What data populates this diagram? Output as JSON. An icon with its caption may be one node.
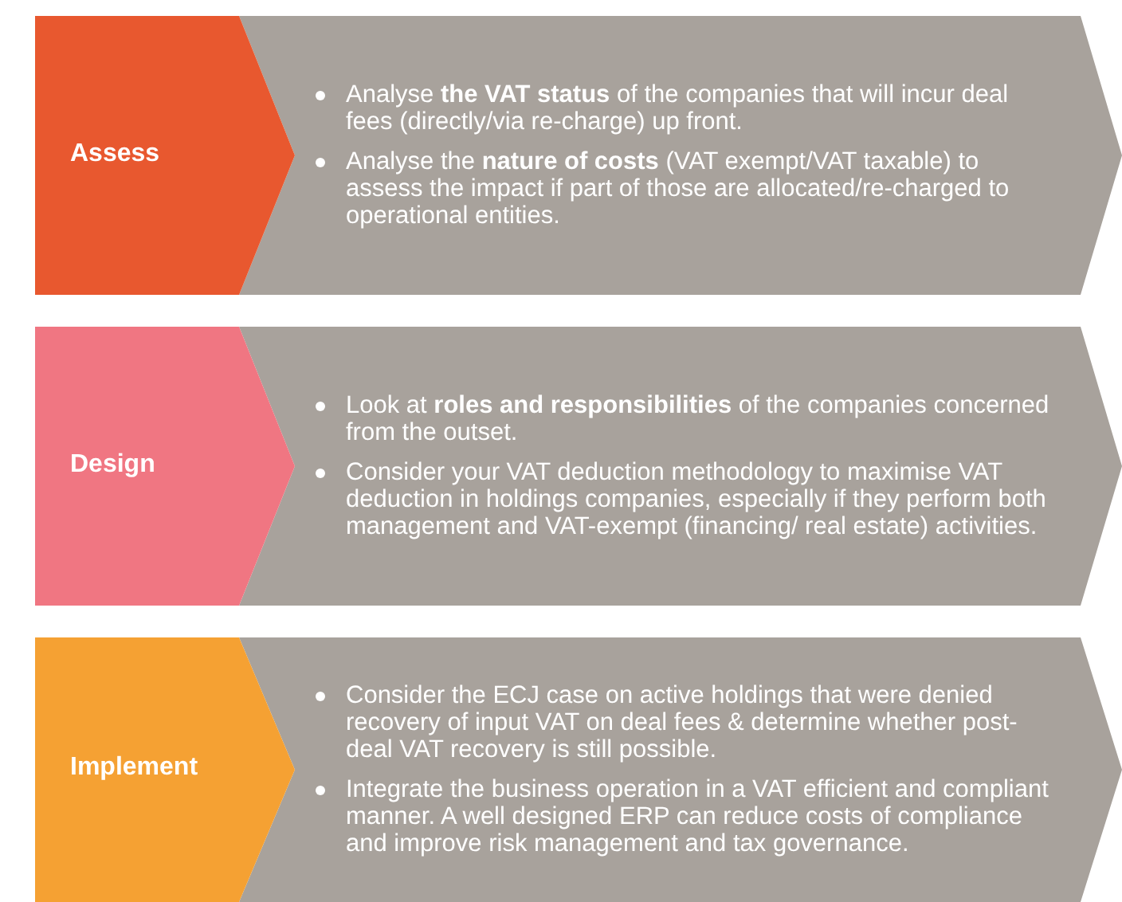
{
  "diagram": {
    "nodes": [
      {
        "text": [
          "Assess"
        ]
      },
      {
        "text": [
          "Analyse **the VAT status** of the companies that will incur deal fees (directly/via re-charge) up front.",
          "Analyse the **nature of costs** (VAT exempt/VAT taxable) to assess the impact if part of those are allocated/re-charged to operational entities."
        ]
      },
      {
        "text": [
          "Design"
        ]
      },
      {
        "text": [
          "Look at **roles and responsibilities** of the companies concerned from the outset.",
          "Consider your VAT deduction methodology to maximise VAT deduction in holdings companies, especially if they perform both management and VAT-exempt (financing/ real estate) activities."
        ]
      },
      {
        "text": [
          "Implement"
        ]
      },
      {
        "text": [
          "Consider the ECJ case on active holdings that were denied recovery of input VAT on deal fees & determine whether post-deal VAT recovery is still possible.",
          "Integrate the business operation in a VAT efficient and compliant manner. A well designed ERP can reduce costs of compliance and improve risk management and tax governance."
        ]
      }
    ]
  }
}
